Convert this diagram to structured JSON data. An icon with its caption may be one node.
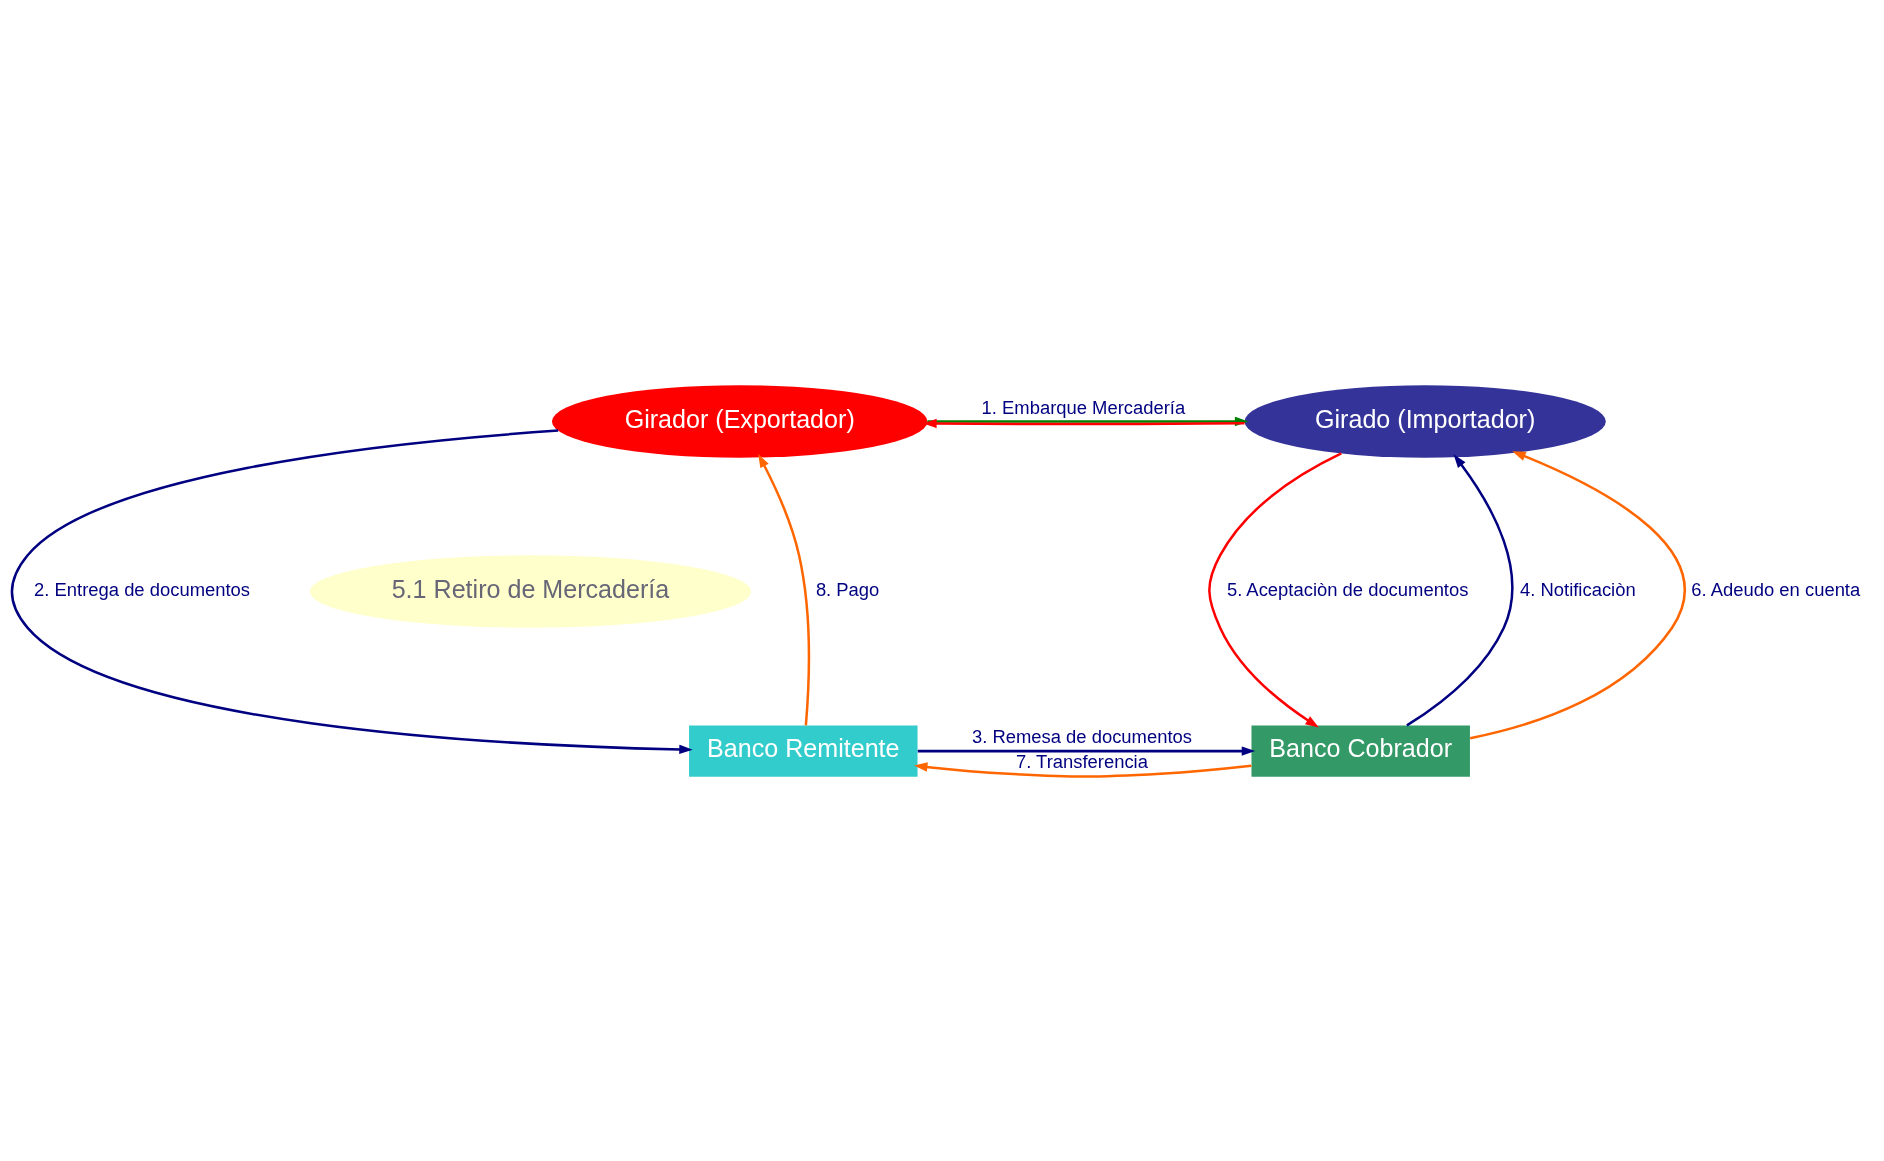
{
  "diagram": {
    "nodes": [
      {
        "text": [
          "Girador (Exportador)"
        ]
      },
      {
        "text": [
          "Girado (Importador)"
        ]
      },
      {
        "text": [
          "Banco Remitente"
        ]
      },
      {
        "text": [
          "Banco Cobrador"
        ]
      },
      {
        "text": [
          "5.1 Retiro de Mercadería"
        ]
      }
    ],
    "edges": [
      {
        "from": 0,
        "to": 1,
        "arrow": "to",
        "label": "1. Embarque Mercadería",
        "color": "#008000"
      },
      {
        "from": 1,
        "to": 0,
        "arrow": "to",
        "color": "#ff0000"
      },
      {
        "from": 0,
        "to": 2,
        "arrow": "to",
        "label": "2. Entrega de documentos",
        "color": "#000080"
      },
      {
        "from": 2,
        "to": 3,
        "arrow": "to",
        "label": "3. Remesa de documentos",
        "color": "#000080"
      },
      {
        "from": 3,
        "to": 1,
        "arrow": "to",
        "label": "4. Notificaciòn",
        "color": "#000080"
      },
      {
        "from": 1,
        "to": 3,
        "arrow": "to",
        "label": "5. Aceptaciòn de documentos",
        "color": "#ff0000"
      },
      {
        "from": 3,
        "to": 1,
        "arrow": "to",
        "label": "6. Adeudo en cuenta",
        "color": "#ff6600"
      },
      {
        "from": 3,
        "to": 2,
        "arrow": "to",
        "label": "7. Transferencia",
        "color": "#ff6600"
      },
      {
        "from": 2,
        "to": 0,
        "arrow": "to",
        "label": "8. Pago",
        "color": "#ff6600"
      }
    ]
  }
}
